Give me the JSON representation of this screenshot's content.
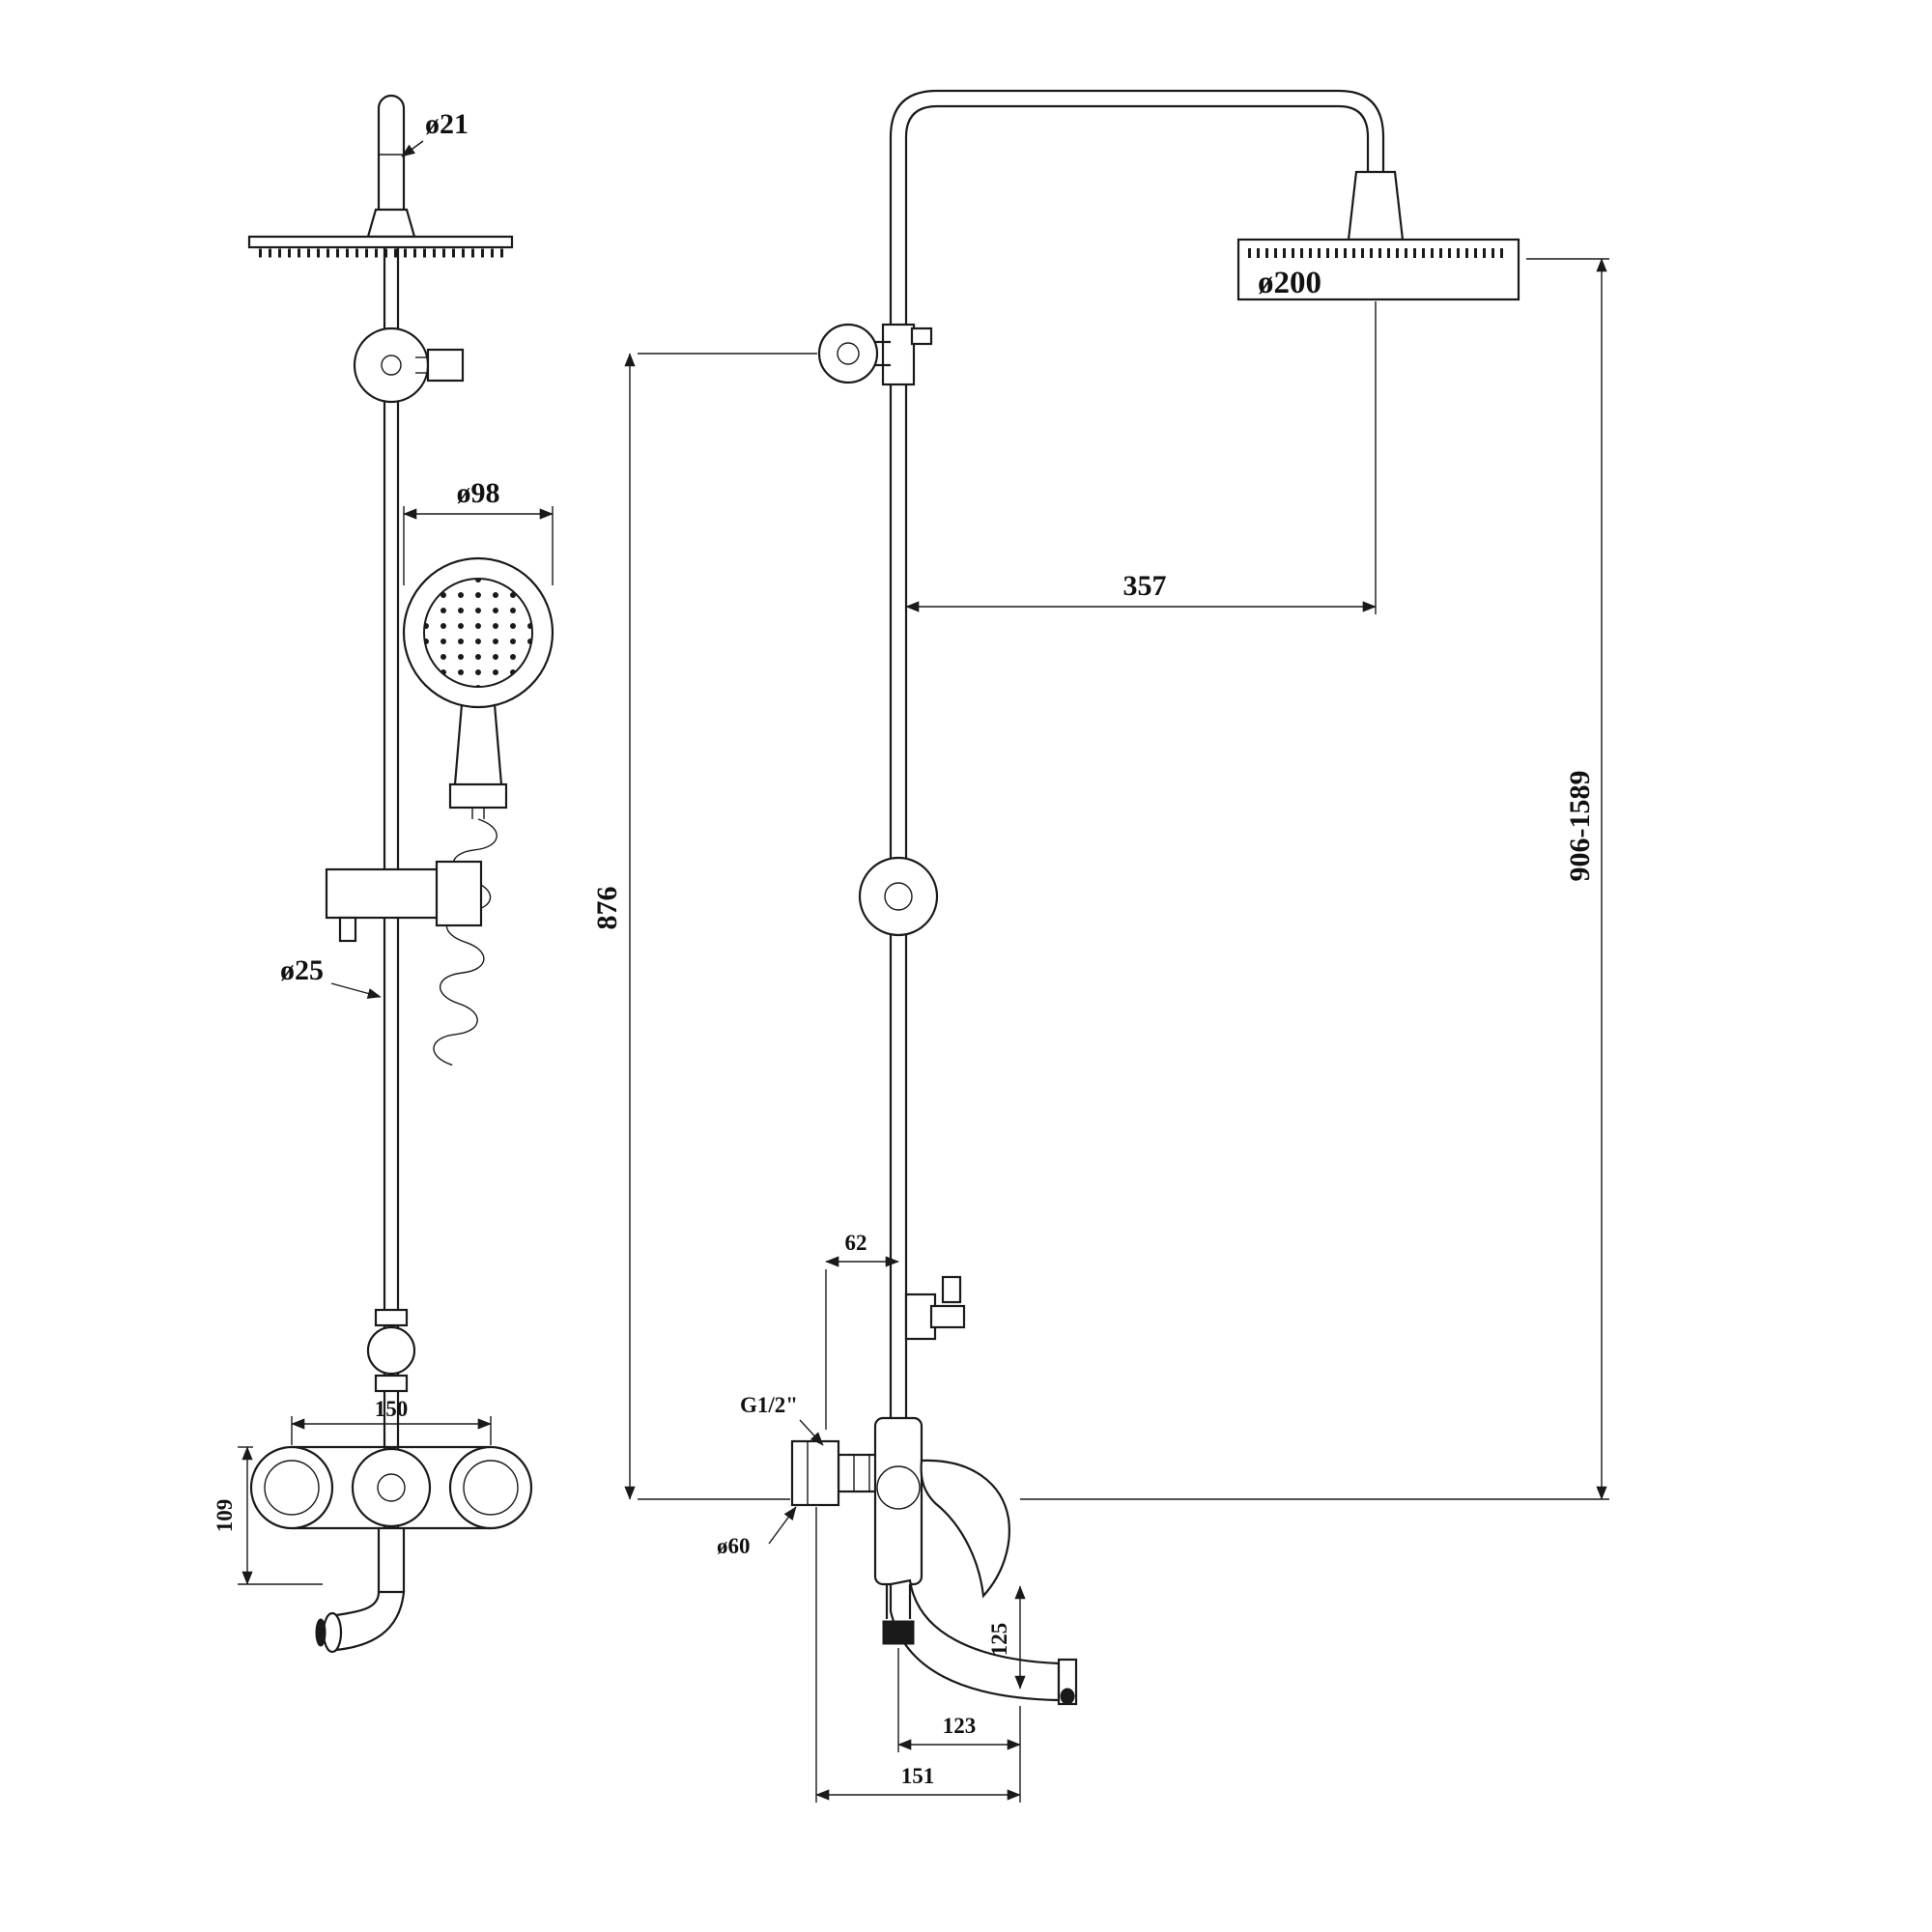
{
  "colors": {
    "line": "#1a1a1a",
    "background": "#ffffff"
  },
  "labels": {
    "top_pipe_dia": "ø21",
    "hand_shower_dia": "ø98",
    "riser_dia": "ø25",
    "mixer_centers": "150",
    "mixer_height": "109",
    "rain_head_dia": "ø200",
    "arm_reach": "357",
    "riser_height": "876",
    "overall_height": "906-1589",
    "holder_offset": "62",
    "thread": "G1/2\"",
    "flange_dia": "ø60",
    "spout_drop": "125",
    "spout_reach": "123",
    "spout_overall": "151"
  }
}
